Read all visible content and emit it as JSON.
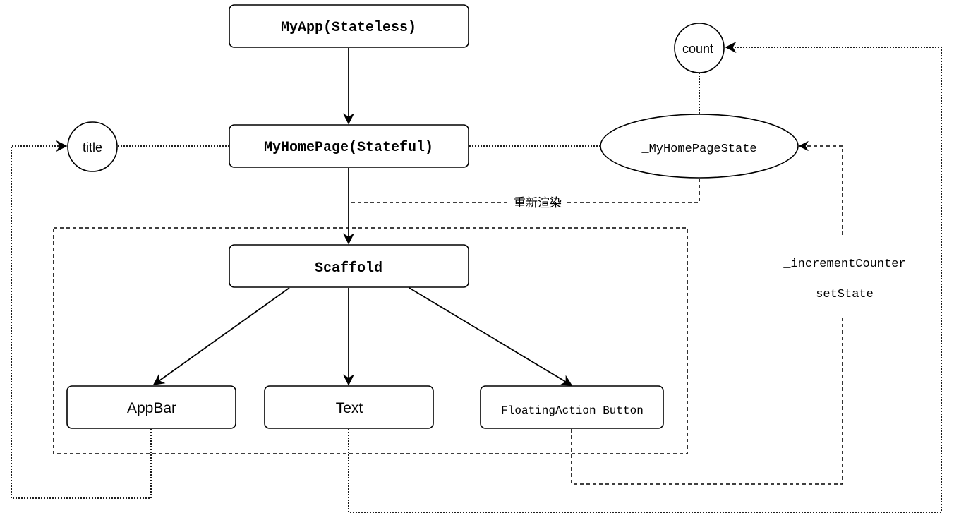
{
  "nodes": {
    "myapp": "MyApp(Stateless)",
    "myhomepage": "MyHomePage(Stateful)",
    "homestate": "_MyHomePageState",
    "count": "count",
    "title": "title",
    "scaffold": "Scaffold",
    "appbar": "AppBar",
    "text": "Text",
    "fab": "FloatingAction Button"
  },
  "edge_labels": {
    "rerender": "重新渲染",
    "increment": "_incrementCounter",
    "setstate": "setState"
  },
  "colors": {
    "stroke": "#000000",
    "fill": "#ffffff"
  }
}
